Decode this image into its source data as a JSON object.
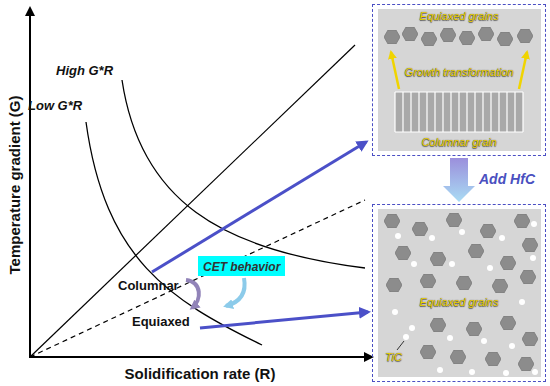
{
  "diagram": {
    "nodes": [
      {
        "text": [
          "CET behavior"
        ]
      },
      {
        "text": [
          "Equiaxed grains",
          "Growth transformation",
          "Columnar grain"
        ]
      },
      {
        "text": [
          "Equiaxed grains",
          "TiC"
        ]
      }
    ],
    "edges": [
      {
        "from": 1,
        "to": 2,
        "arrow": "to",
        "label": "Add HfC"
      }
    ],
    "labels": [
      "Temperature gradient (G)",
      "Solidification rate (R)",
      "High G*R",
      "Low G*R",
      "Columnar",
      "Equiaxed"
    ]
  }
}
